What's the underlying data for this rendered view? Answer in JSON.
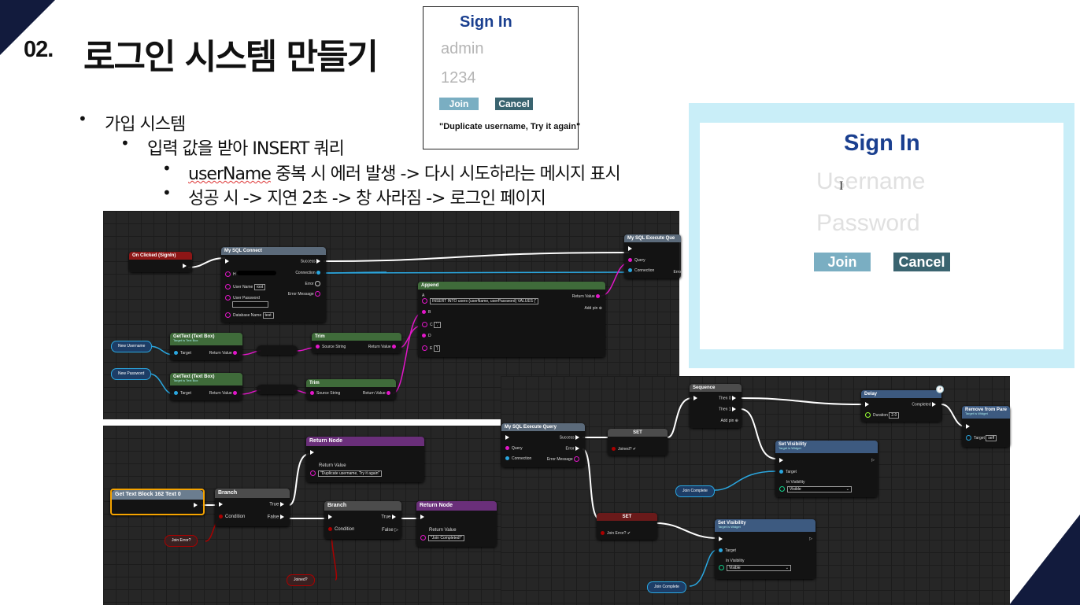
{
  "slide": {
    "number": "02.",
    "title": "로그인 시스템 만들기",
    "colors": {
      "dark_navy": "#121b3d",
      "title": "#111111"
    }
  },
  "bullets": {
    "l1": "가입 시스템",
    "l2": "입력 값을 받아 INSERT 쿼리",
    "l3a_squiggle": "userName",
    "l3a_rest": " 중복 시 에러 발생 -> 다시 시도하라는 메시지 표시",
    "l3b": "성공 시 -> 지연 2초 -> 창 사라짐 -> 로그인 페이지"
  },
  "signin_small": {
    "title": "Sign In",
    "username_value": "admin",
    "password_value": "1234",
    "join_label": "Join",
    "cancel_label": "Cancel",
    "message": "\"Duplicate username, Try it again\"",
    "colors": {
      "title": "#1a3f8f",
      "join": "#7aaec2",
      "cancel": "#3a6470"
    }
  },
  "signin_large": {
    "title": "Sign In",
    "username_placeholder": "Username",
    "password_placeholder": "Password",
    "join_label": "Join",
    "cancel_label": "Cancel",
    "cursor": "I",
    "colors": {
      "frame": "#c9eef8",
      "title": "#1a3f8f"
    }
  },
  "bp1": {
    "event": {
      "title": "On Clicked (SignIn)"
    },
    "connect": {
      "title": "My SQL Connect",
      "pins": {
        "success": "Success",
        "connection": "Connection",
        "error": "Error",
        "error_message": "Error Message",
        "user_name": "User Name",
        "user_name_val": "root",
        "user_password": "User Password",
        "database_name": "Database Name",
        "database_val": "test"
      }
    },
    "execute_partial": {
      "title": "My SQL Execute Que",
      "query": "Query",
      "connection": "Connection",
      "error": "Erro"
    },
    "append": {
      "title": "Append",
      "pin_a": "A",
      "a_value": "INSERT INTO users (userName, userPassword) VALUES ('",
      "pin_b": "B",
      "pin_c": "C",
      "c_value": "','",
      "pin_d": "D",
      "pin_e": "E",
      "e_value": "')",
      "return_value": "Return Value",
      "add_pin": "Add pin"
    },
    "gettext1": {
      "title": "GetText (Text Box)",
      "sub": "Target is Text Box",
      "target": "Target",
      "return": "Return Value"
    },
    "gettext2": {
      "title": "GetText (Text Box)",
      "sub": "Target is Text Box",
      "target": "Target",
      "return": "Return Value"
    },
    "trim1": {
      "title": "Trim",
      "source": "Source String",
      "return": "Return Value"
    },
    "trim2": {
      "title": "Trim",
      "source": "Source String",
      "return": "Return Value"
    },
    "var_new_username": "New Username",
    "var_new_password": "New Password"
  },
  "bp2": {
    "get_text_block": "Get Text Block 162 Text 0",
    "branch1": {
      "title": "Branch",
      "condition": "Condition",
      "true": "True",
      "false": "False"
    },
    "branch2": {
      "title": "Branch",
      "condition": "Condition",
      "true": "True",
      "false": "False"
    },
    "return1": {
      "title": "Return Node",
      "label": "Return Value",
      "value": "\"Duplicate username, Try it again\""
    },
    "return2": {
      "title": "Return Node",
      "label": "Return Value",
      "value": "\"Join Completed!\""
    },
    "var_join_error": "Join Error?",
    "var_joined": "Joined?"
  },
  "bp3": {
    "execute": {
      "title": "My SQL Execute Query",
      "success": "Success",
      "query": "Query",
      "error": "Error",
      "connection": "Connection",
      "error_message": "Error Message"
    },
    "set1": {
      "title": "SET",
      "var": "Joined?"
    },
    "set2": {
      "title": "SET",
      "var": "Join Error?"
    },
    "sequence": {
      "title": "Sequence",
      "then0": "Then 0",
      "then1": "Then 1",
      "add_pin": "Add pin"
    },
    "delay": {
      "title": "Delay",
      "completed": "Completed",
      "duration": "Duration",
      "duration_val": "2.0"
    },
    "remove": {
      "title": "Remove from Pare",
      "sub": "Target is Widget",
      "target": "Target",
      "target_val": "self"
    },
    "setvis1": {
      "title": "Set Visibility",
      "sub": "Target is Widget",
      "target": "Target",
      "in_visibility": "In Visibility",
      "value": "Visible"
    },
    "setvis2": {
      "title": "Set Visibility",
      "sub": "Target is Widget",
      "target": "Target",
      "in_visibility": "In Visibility",
      "value": "Visible"
    },
    "var_join_complete1": "Join Complete",
    "var_join_complete2": "Join Complete"
  }
}
